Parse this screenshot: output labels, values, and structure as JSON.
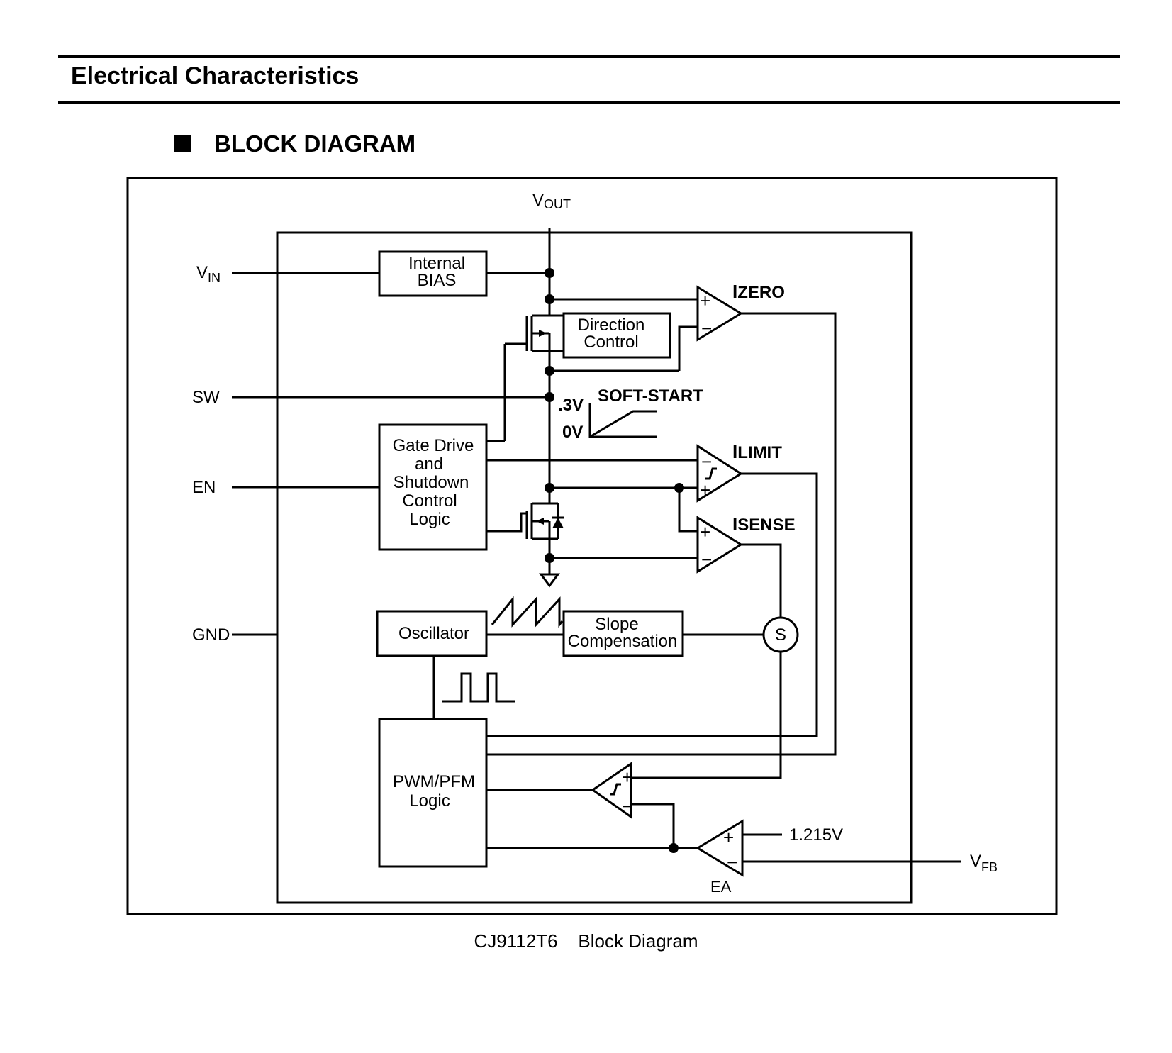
{
  "header": {
    "section_title": "Electrical Characteristics",
    "diagram_heading": "BLOCK DIAGRAM",
    "caption": "CJ9112T6    Block Diagram"
  },
  "pins": {
    "vout_main": "V",
    "vout_sub": "OUT",
    "vin_main": "V",
    "vin_sub": "IN",
    "sw": "SW",
    "en": "EN",
    "gnd": "GND",
    "vfb_main": "V",
    "vfb_sub": "FB"
  },
  "blocks": {
    "internal_bias": [
      "Internal",
      "BIAS"
    ],
    "direction_control": [
      "Direction",
      "Control"
    ],
    "gate_drive": [
      "Gate Drive",
      "and",
      "Shutdown",
      "Control",
      "Logic"
    ],
    "oscillator": "Oscillator",
    "slope_compensation": [
      "Slope",
      "Compensation"
    ],
    "pwm_pfm": [
      "PWM/PFM",
      "Logic"
    ]
  },
  "comparators": {
    "izero_main": "I",
    "izero_sub": "ZERO",
    "ilimit_main": "I",
    "ilimit_sub": "LIMIT",
    "isense_main": "I",
    "isense_sub": "SENSE",
    "ea": "EA"
  },
  "soft_start": {
    "label": "SOFT-START",
    "high": ".3V",
    "low": "0V"
  },
  "reference_voltage": "1.215V",
  "summing_node": "S",
  "signs": {
    "plus": "+",
    "minus": "−"
  }
}
